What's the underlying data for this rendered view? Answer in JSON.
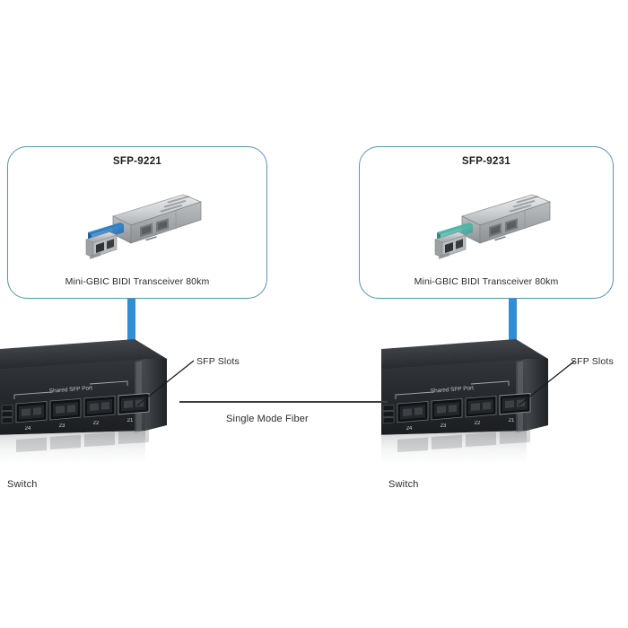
{
  "diagram": {
    "fiber": {
      "label": "Single Mode Fiber"
    },
    "nodes": [
      {
        "id": "left",
        "module": {
          "part_number": "SFP-9221",
          "description": "Mini-GBIC BIDI Transceiver 80km",
          "latch_color": "#2f7fc4",
          "body_color": "#c9cbcd"
        },
        "switch": {
          "label": "Switch",
          "port_group_label": "Shared SFP Port",
          "ports": [
            "24",
            "23",
            "22",
            "21"
          ],
          "connected_port": "21",
          "annotation": "SFP Slots"
        }
      },
      {
        "id": "right",
        "module": {
          "part_number": "SFP-9231",
          "description": "Mini-GBIC BIDI Transceiver 80km",
          "latch_color": "#4fb5a6",
          "body_color": "#c9cbcd"
        },
        "switch": {
          "label": "Switch",
          "port_group_label": "Shared SFP Port",
          "ports": [
            "24",
            "23",
            "22",
            "21"
          ],
          "connected_port": "21",
          "annotation": "SFP Slots"
        }
      }
    ],
    "colors": {
      "callout_border": "#5a93ae",
      "arrow": "#2f8ed4",
      "fiber": "#3c3c3c",
      "switch_body": "#2b2d30"
    }
  }
}
